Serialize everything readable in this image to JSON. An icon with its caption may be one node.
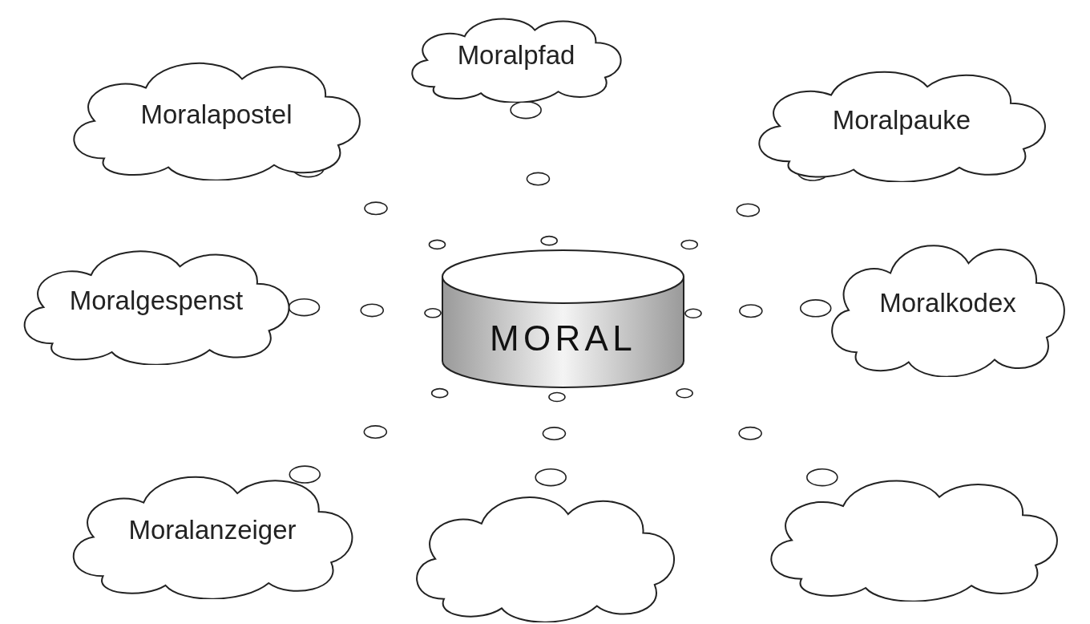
{
  "diagram": {
    "nodes": [
      {
        "text": [
          "Moralpfad"
        ]
      },
      {
        "text": [
          "Moralapostel"
        ]
      },
      {
        "text": [
          "Moralpauke"
        ]
      },
      {
        "text": [
          "Moralgespenst"
        ]
      },
      {
        "text": [
          "MORAL"
        ]
      },
      {
        "text": [
          "Moralkodex"
        ]
      },
      {
        "text": [
          "Moralanzeiger"
        ]
      },
      {
        "text": [],
        "shape": "cloud"
      },
      {
        "text": [],
        "shape": "cloud"
      }
    ],
    "edges": [
      {
        "from": 4,
        "to": 0,
        "arrow": "none"
      },
      {
        "from": 4,
        "to": 1,
        "arrow": "none"
      },
      {
        "from": 4,
        "to": 2,
        "arrow": "none"
      },
      {
        "from": 4,
        "to": 3,
        "arrow": "none"
      },
      {
        "from": 4,
        "to": 5,
        "arrow": "none"
      },
      {
        "from": 4,
        "to": 6,
        "arrow": "none"
      },
      {
        "from": 4,
        "to": 7,
        "arrow": "none"
      },
      {
        "from": 4,
        "to": 8,
        "arrow": "none"
      }
    ]
  }
}
